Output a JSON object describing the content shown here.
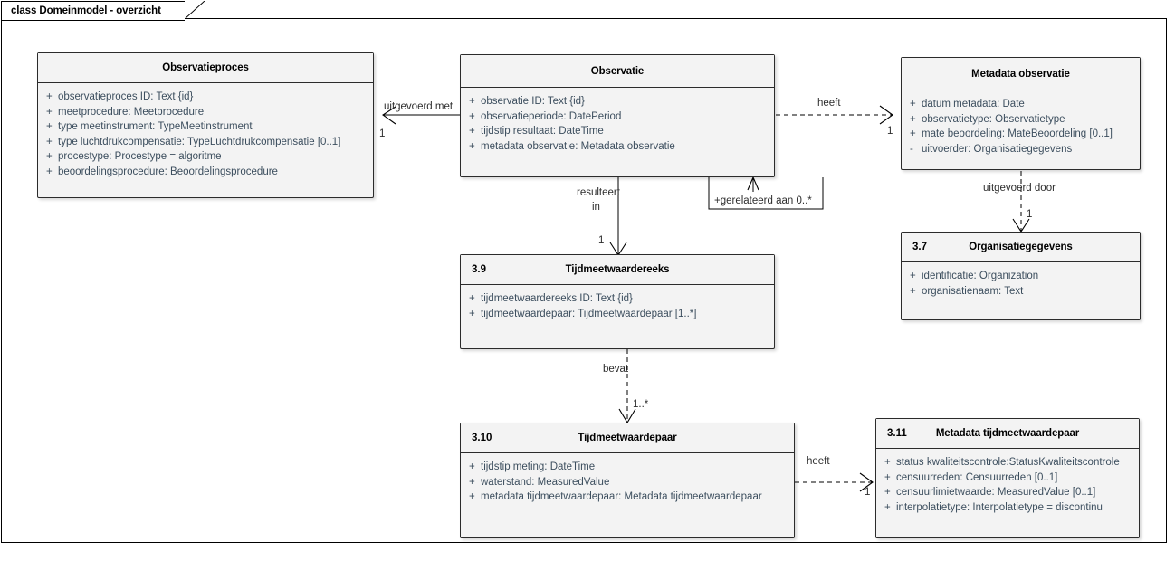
{
  "diagram": {
    "frame_label": "class Domeinmodel - overzicht",
    "type": "uml-class-diagram"
  },
  "classes": [
    {
      "id": "observatieproces",
      "number": "",
      "title": "Observatieproces",
      "attributes": [
        {
          "visibility": "+",
          "text": "observatieproces ID: Text {id}"
        },
        {
          "visibility": "+",
          "text": "meetprocedure: Meetprocedure"
        },
        {
          "visibility": "+",
          "text": "type meetinstrument: TypeMeetinstrument"
        },
        {
          "visibility": "+",
          "text": "type luchtdrukcompensatie: TypeLuchtdrukcompensatie [0..1]"
        },
        {
          "visibility": "+",
          "text": "procestype: Procestype = algoritme"
        },
        {
          "visibility": "+",
          "text": "beoordelingsprocedure: Beoordelingsprocedure"
        }
      ]
    },
    {
      "id": "observatie",
      "number": "",
      "title": "Observatie",
      "attributes": [
        {
          "visibility": "+",
          "text": "observatie ID: Text {id}"
        },
        {
          "visibility": "+",
          "text": "observatieperiode: DatePeriod"
        },
        {
          "visibility": "+",
          "text": "tijdstip resultaat: DateTime"
        },
        {
          "visibility": "+",
          "text": "metadata observatie: Metadata observatie"
        }
      ]
    },
    {
      "id": "metadata-observatie",
      "number": "",
      "title": "Metadata observatie",
      "attributes": [
        {
          "visibility": "+",
          "text": "datum metadata: Date"
        },
        {
          "visibility": "+",
          "text": "observatietype: Observatietype"
        },
        {
          "visibility": "+",
          "text": "mate beoordeling: MateBeoordeling [0..1]"
        },
        {
          "visibility": "-",
          "text": "uitvoerder: Organisatiegegevens"
        }
      ]
    },
    {
      "id": "organisatiegegevens",
      "number": "3.7",
      "title": "Organisatiegegevens",
      "attributes": [
        {
          "visibility": "+",
          "text": "identificatie: Organization"
        },
        {
          "visibility": "+",
          "text": "organisatienaam: Text"
        }
      ]
    },
    {
      "id": "tijdmeetwaardereeks",
      "number": "3.9",
      "title": "Tijdmeetwaardereeks",
      "attributes": [
        {
          "visibility": "+",
          "text": "tijdmeetwaardereeks ID: Text {id}"
        },
        {
          "visibility": "+",
          "text": "tijdmeetwaardepaar: Tijdmeetwaardepaar [1..*]"
        }
      ]
    },
    {
      "id": "tijdmeetwaardepaar",
      "number": "3.10",
      "title": "Tijdmeetwaardepaar",
      "attributes": [
        {
          "visibility": "+",
          "text": "tijdstip meting: DateTime"
        },
        {
          "visibility": "+",
          "text": "waterstand: MeasuredValue"
        },
        {
          "visibility": "+",
          "text": "metadata tijdmeetwaardepaar: Metadata tijdmeetwaardepaar"
        }
      ]
    },
    {
      "id": "metadata-tijdmeetwaardepaar",
      "number": "3.11",
      "title": "Metadata tijdmeetwaardepaar",
      "attributes": [
        {
          "visibility": "+",
          "text": "status kwaliteitscontrole:StatusKwaliteitscontrole"
        },
        {
          "visibility": "+",
          "text": "censuurreden: Censuurreden [0..1]"
        },
        {
          "visibility": "+",
          "text": "censuurlimietwaarde: MeasuredValue [0..1]"
        },
        {
          "visibility": "+",
          "text": "interpolatietype: Interpolatietype = discontinu"
        }
      ]
    }
  ],
  "relations": [
    {
      "id": "uitgevoerd-met",
      "label": "uitgevoerd met",
      "multiplicity": "1",
      "from": "observatie",
      "to": "observatieproces",
      "style": "solid"
    },
    {
      "id": "heeft-metadata-observatie",
      "label": "heeft",
      "multiplicity": "1",
      "from": "observatie",
      "to": "metadata-observatie",
      "style": "dashed"
    },
    {
      "id": "gerelateerd-aan",
      "label": "+gerelateerd aan 0..*",
      "multiplicity": "",
      "from": "observatie",
      "to": "observatie",
      "style": "solid"
    },
    {
      "id": "resulteert-in",
      "label_line1": "resulteert",
      "label_line2": "in",
      "multiplicity": "1",
      "from": "observatie",
      "to": "tijdmeetwaardereeks",
      "style": "solid"
    },
    {
      "id": "uitgevoerd-door",
      "label": "uitgevoerd door",
      "multiplicity": "1",
      "from": "metadata-observatie",
      "to": "organisatiegegevens",
      "style": "dashed"
    },
    {
      "id": "bevat",
      "label": "bevat",
      "multiplicity": "1..*",
      "from": "tijdmeetwaardereeks",
      "to": "tijdmeetwaardepaar",
      "style": "dashed"
    },
    {
      "id": "heeft-metadata-tijdmeetwaardepaar",
      "label": "heeft",
      "multiplicity": "1",
      "from": "tijdmeetwaardepaar",
      "to": "metadata-tijdmeetwaardepaar",
      "style": "dashed"
    }
  ],
  "colors": {
    "box_fill": "#f3f3f3",
    "box_border": "#2b2b2b",
    "attribute_text": "#3c4e5e",
    "title_text": "#000000",
    "connector": "#000000"
  }
}
